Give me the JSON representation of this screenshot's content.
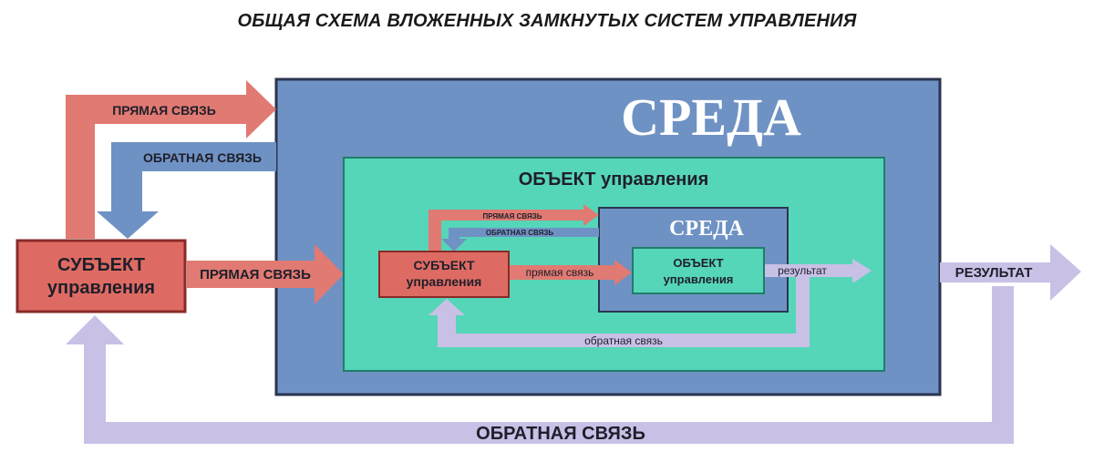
{
  "title": "ОБЩАЯ СХЕМА ВЛОЖЕННЫХ ЗАМКНУТЫХ СИСТЕМ УПРАВЛЕНИЯ",
  "outer": {
    "environment": "СРЕДА",
    "object_title": "ОБЪЕКТ управления",
    "subject_line1": "СУБЪЕКТ",
    "subject_line2": "управления",
    "forward_top": "ПРЯМАЯ СВЯЗЬ",
    "feedback_top": "ОБРАТНАЯ СВЯЗЬ",
    "forward_main": "ПРЯМАЯ СВЯЗЬ",
    "result": "РЕЗУЛЬТАТ",
    "feedback_bottom": "ОБРАТНАЯ СВЯЗЬ"
  },
  "inner": {
    "environment": "СРЕДА",
    "subject_line1": "СУБЪЕКТ",
    "subject_line2": "управления",
    "object_line1": "ОБЪЕКТ",
    "object_line2": "управления",
    "forward_top": "ПРЯМАЯ СВЯЗЬ",
    "feedback_top": "ОБРАТНАЯ СВЯЗЬ",
    "forward_main": "прямая связь",
    "result": "результат",
    "feedback_bottom": "обратная связь"
  },
  "colors": {
    "forward_arrow": "#e07a72",
    "subject_box": "#de6b63",
    "feedback_blue_arrow": "#6f92c4",
    "environment_box": "#6f92c4",
    "object_box": "#55d6b8",
    "feedback_lavender": "#c9c0e6"
  }
}
